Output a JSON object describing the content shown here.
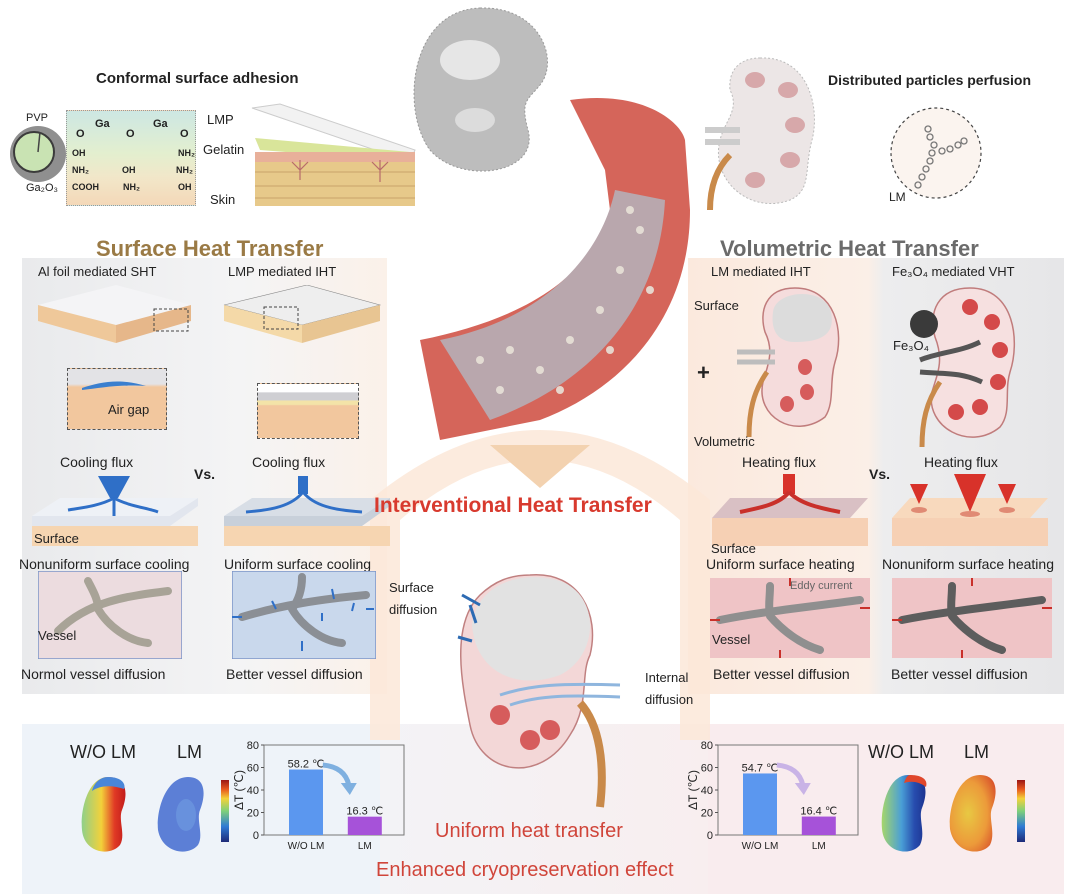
{
  "top": {
    "left_title": "Conformal surface adhesion",
    "right_title": "Distributed particles perfusion",
    "particle_labels": {
      "pvp": "PVP",
      "ga2o3": "Ga₂O₃"
    },
    "chem": {
      "ga1": "Ga",
      "ga2": "Ga",
      "o1": "O",
      "o2": "O",
      "o3": "O",
      "oh1": "OH",
      "nh2a": "NH₂",
      "nh2b": "NH₂",
      "oh2": "OH",
      "nh2c": "NH₂",
      "cooh": "COOH",
      "nh2d": "NH₂",
      "oh3": "OH"
    },
    "layer_labels": {
      "lmp": "LMP",
      "gelatin": "Gelatin",
      "skin": "Skin"
    },
    "lm_label": "LM"
  },
  "surface": {
    "title": "Surface Heat Transfer",
    "title_color": "#9a7a45",
    "col1": {
      "heading": "Al foil mediated SHT",
      "inset_label": "Air gap",
      "flux_label": "Cooling flux",
      "surface_label": "Surface",
      "caption": "Nonuniform surface cooling",
      "vessel_label": "Vessel",
      "vessel_caption": "Normol vessel diffusion"
    },
    "vs": "Vs.",
    "col2": {
      "heading": "LMP mediated IHT",
      "flux_label": "Cooling flux",
      "caption": "Uniform surface cooling",
      "vessel_caption": "Better vessel diffusion"
    }
  },
  "volumetric": {
    "title": "Volumetric Heat Transfer",
    "title_color": "#6b6b6b",
    "col1": {
      "heading": "LM mediated IHT",
      "surface_tag": "Surface",
      "plus": "+",
      "volumetric_tag": "Volumetric",
      "flux_label": "Heating flux",
      "surface_label": "Surface",
      "caption": "Uniform surface heating",
      "eddy_label": "Eddy current",
      "vessel_label": "Vessel",
      "vessel_caption": "Better vessel diffusion"
    },
    "vs": "Vs.",
    "col2": {
      "heading": "Fe₃O₄ mediated VHT",
      "fe_tag": "Fe₃O₄",
      "flux_label": "Heating flux",
      "caption": "Nonuniform surface heating",
      "vessel_caption": "Better vessel diffusion"
    }
  },
  "center": {
    "title": "Interventional Heat Transfer",
    "title_color": "#d83a2e",
    "surface_diffusion": [
      "Surface",
      "diffusion"
    ],
    "internal_diffusion": [
      "Internal",
      "diffusion"
    ],
    "uniform": "Uniform heat transfer",
    "enhanced": "Enhanced cryopreservation effect",
    "caption_color": "#d0453a"
  },
  "bottom_left": {
    "map_labels": [
      "W/O LM",
      "LM"
    ]
  },
  "bottom_right": {
    "map_labels": [
      "W/O LM",
      "LM"
    ]
  },
  "chart_data": [
    {
      "type": "bar",
      "title": "",
      "categories": [
        "W/O LM",
        "LM"
      ],
      "values": [
        58.2,
        16.3
      ],
      "data_labels": [
        "58.2 ℃",
        "16.3 ℃"
      ],
      "colors": [
        "#5b97ef",
        "#a652d9"
      ],
      "xlabel": "",
      "ylabel": "ΔT (℃)",
      "ylim": [
        0,
        80
      ],
      "yticks": [
        0,
        20,
        40,
        60,
        80
      ],
      "grid": false,
      "annotation": "downward arrow (blue)",
      "arrow_color": "#7fb0e0"
    },
    {
      "type": "bar",
      "title": "",
      "categories": [
        "W/O LM",
        "LM"
      ],
      "values": [
        54.7,
        16.4
      ],
      "data_labels": [
        "54.7 ℃",
        "16.4 ℃"
      ],
      "colors": [
        "#5b97ef",
        "#a652d9"
      ],
      "xlabel": "",
      "ylabel": "ΔT (℃)",
      "ylim": [
        0,
        80
      ],
      "yticks": [
        0,
        20,
        40,
        60,
        80
      ],
      "grid": false,
      "annotation": "downward arrow (purple)",
      "arrow_color": "#c9b3e6"
    }
  ]
}
